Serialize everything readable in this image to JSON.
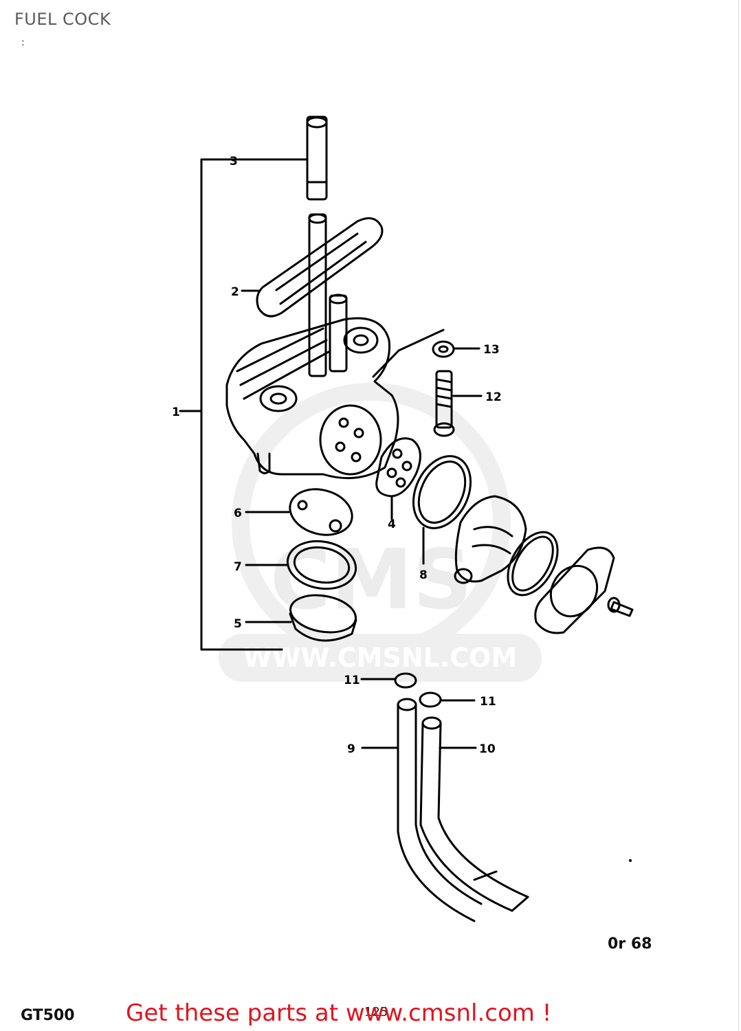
{
  "page": {
    "title": "FUEL COCK",
    "sub_mark": ":"
  },
  "callouts": [
    {
      "number": "1"
    },
    {
      "number": "2"
    },
    {
      "number": "3"
    },
    {
      "number": "4"
    },
    {
      "number": "5"
    },
    {
      "number": "6"
    },
    {
      "number": "7"
    },
    {
      "number": "8"
    },
    {
      "number": "9"
    },
    {
      "number": "10"
    },
    {
      "number": "11"
    },
    {
      "number": "11"
    },
    {
      "number": "12"
    },
    {
      "number": "13"
    }
  ],
  "watermark": {
    "logo": "CMS",
    "url": "WWW.CMSNL.COM"
  },
  "footer": {
    "model": "GT500",
    "page_number": "125",
    "diagram_code": "0r 68",
    "promo": "Get these parts at www.cmsnl.com !"
  },
  "colors": {
    "promo": "#e0141e",
    "line": "#000000",
    "watermark": "#ececec"
  }
}
